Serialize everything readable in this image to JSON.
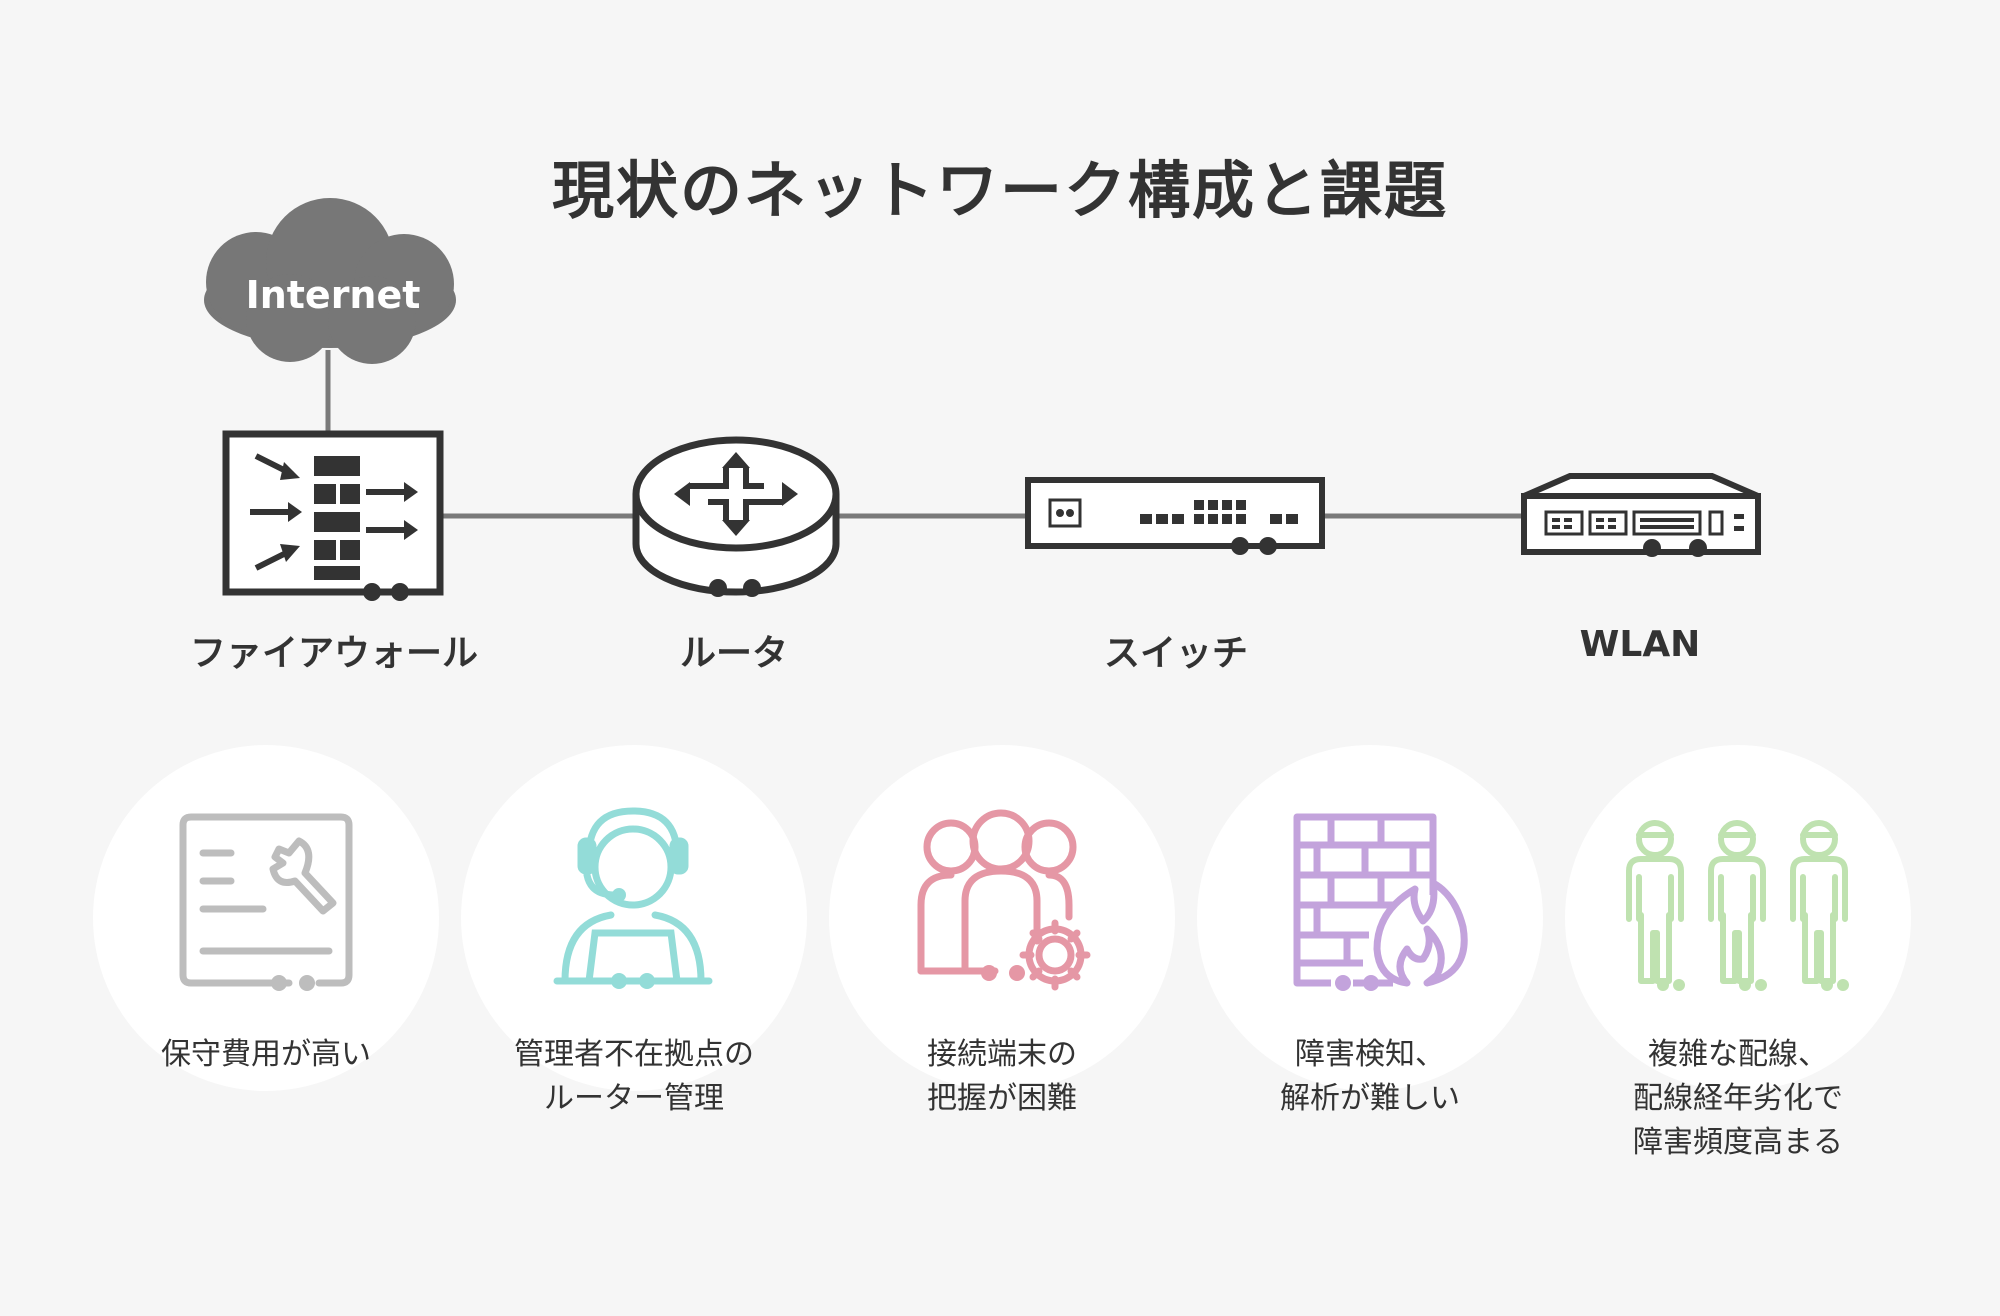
{
  "title": "現状のネットワーク構成と課題",
  "cloud_label": "Internet",
  "devices": [
    {
      "label": "ファイアウォール",
      "icon": "firewall-icon"
    },
    {
      "label": "ルータ",
      "icon": "router-icon"
    },
    {
      "label": "スイッチ",
      "icon": "switch-icon"
    },
    {
      "label": "WLAN",
      "icon": "wlan-icon"
    }
  ],
  "issues": [
    {
      "lines": [
        "保守費用が高い"
      ],
      "icon": "maintenance-tool-icon",
      "color": "#bdbdbd"
    },
    {
      "lines": [
        "管理者不在拠点の",
        "ルーター管理"
      ],
      "icon": "operator-headset-icon",
      "color": "#93dcd8"
    },
    {
      "lines": [
        "接続端末の",
        "把握が困難"
      ],
      "icon": "users-gear-icon",
      "color": "#e597a5"
    },
    {
      "lines": [
        "障害検知、",
        "解析が難しい"
      ],
      "icon": "firewall-fire-icon",
      "color": "#c3a3dc"
    },
    {
      "lines": [
        "複雑な配線、",
        "配線経年劣化で",
        "障害頻度高まる"
      ],
      "icon": "workers-icon",
      "color": "#bfe2b0"
    }
  ],
  "colors": {
    "background": "#f6f6f6",
    "device": "#333333",
    "cloud": "#777777",
    "line": "#7a7a7a"
  }
}
